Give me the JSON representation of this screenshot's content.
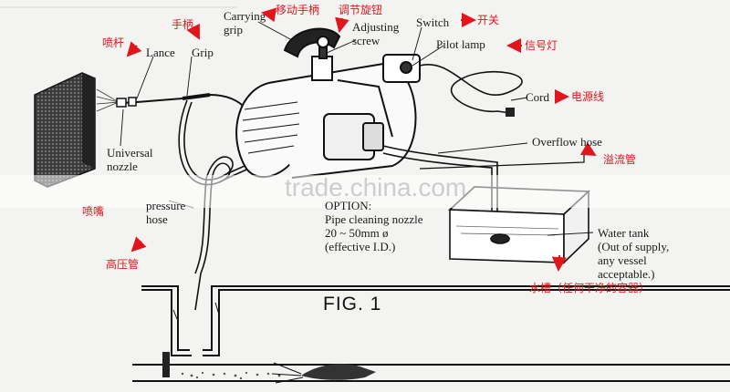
{
  "figure": {
    "caption": "FIG. 1",
    "watermark": "trade.china.com"
  },
  "labels": {
    "lance": "Lance",
    "grip": "Grip",
    "carrying_grip": "Carrying\ngrip",
    "adjusting_screw": "Adjusting\nscrew",
    "switch": "Switch",
    "pilot_lamp": "Pilot lamp",
    "cord": "Cord",
    "overflow_hose": "Overflow hose",
    "universal_nozzle": "Universal\nnozzle",
    "pressure_hose": "pressure\nhose",
    "option": "OPTION:\nPipe cleaning nozzle\n20 ~ 50mm ø\n(effective I.D.)",
    "water_tank": "Water tank\n(Out of supply,\nany vessel\nacceptable.)"
  },
  "chinese_labels": {
    "lance": "喷杆",
    "grip": "手柄",
    "carrying_grip": "移动手柄",
    "adjusting_screw": "调节旋钮",
    "switch": "开关",
    "pilot_lamp": "信号灯",
    "cord": "电源线",
    "overflow_hose": "溢流管",
    "nozzle": "喷嘴",
    "pressure_hose": "高压管",
    "water_tank": "水槽（任何干净的容器）"
  },
  "colors": {
    "annotation": "#e0161c",
    "ink": "#1a1a1a",
    "paper": "#f3f3f1"
  }
}
